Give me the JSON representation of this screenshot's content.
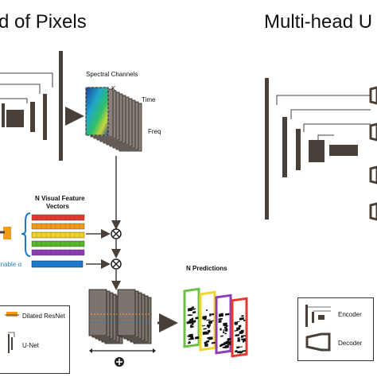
{
  "titles": {
    "left": "d of Pixels",
    "right": "Multi-head U"
  },
  "spectral": {
    "heading": "Spectral Channels",
    "k": "K",
    "time": "Time",
    "freq": "Freq"
  },
  "features": {
    "heading_line1": "N Visual Feature",
    "heading_line2": "Vectors",
    "learnable": "rnable α"
  },
  "predictions": {
    "heading": "N Predictions"
  },
  "legend_left": {
    "dilated": "Dilated ResNet",
    "unet": "U-Net"
  },
  "legend_right": {
    "encoder": "Encoder",
    "decoder": "Decoder"
  },
  "colors": {
    "dark": "#4a403a",
    "feature_vectors": [
      "#e23b2e",
      "#f29b1a",
      "#f1d21d",
      "#53b82c",
      "#8d3db5"
    ],
    "alpha_vector": "#1f78c8",
    "prediction_frames": [
      "#6cc04a",
      "#f3d42a",
      "#8d3db5",
      "#e23b2e"
    ],
    "dilated_icon": "#f29b1a"
  }
}
